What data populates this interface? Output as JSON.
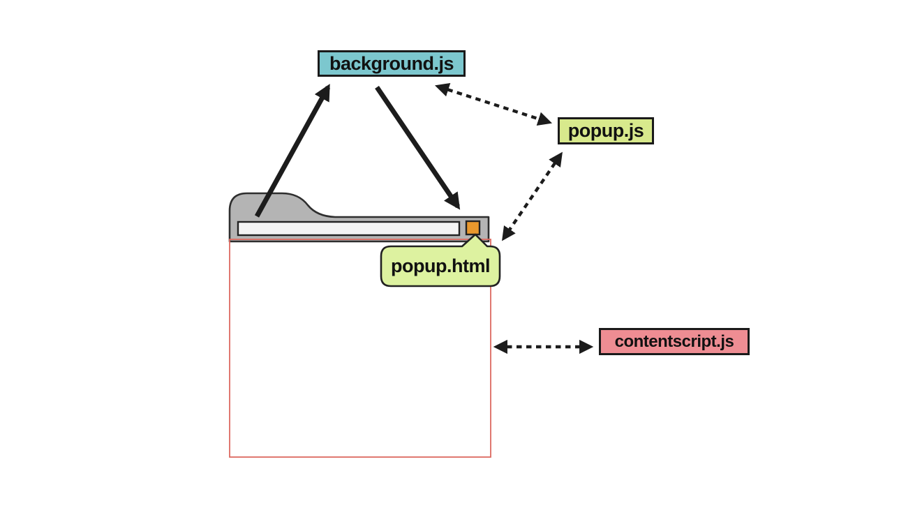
{
  "diagram": {
    "description": "Browser extension architecture diagram",
    "nodes": {
      "background_js": {
        "label": "background.js",
        "fill": "#7cc7ce",
        "border": "#1a1a1a"
      },
      "popup_js": {
        "label": "popup.js",
        "fill": "#d8e98c",
        "border": "#1a1a1a"
      },
      "popup_html": {
        "label": "popup.html",
        "fill": "#ddf2a0",
        "border": "#222222",
        "shape": "speech-bubble"
      },
      "contentscript_js": {
        "label": "contentscript.js",
        "fill": "#ee8d93",
        "border": "#1a1a1a"
      }
    },
    "browser": {
      "toolbar_fill": "#b4b4b4",
      "toolbar_border": "#2e2e2e",
      "addressbar_fill": "#f4f4f4",
      "addressbar_border": "#222222",
      "extension_icon_fill": "#e9982d",
      "extension_icon_border": "#222222",
      "page_fill": "#ffffff",
      "page_border": "#dd6a60"
    },
    "arrow_color": "#1c1c1c",
    "edges": [
      {
        "from": "browser-tab",
        "to": "background.js",
        "style": "solid",
        "arrows": "end"
      },
      {
        "from": "background.js",
        "to": "extension-icon",
        "style": "solid",
        "arrows": "end"
      },
      {
        "from": "background.js",
        "to": "popup.js",
        "style": "dashed",
        "arrows": "both"
      },
      {
        "from": "popup.js",
        "to": "popup.html",
        "style": "dashed",
        "arrows": "both"
      },
      {
        "from": "page",
        "to": "contentscript.js",
        "style": "dashed",
        "arrows": "both"
      }
    ]
  }
}
